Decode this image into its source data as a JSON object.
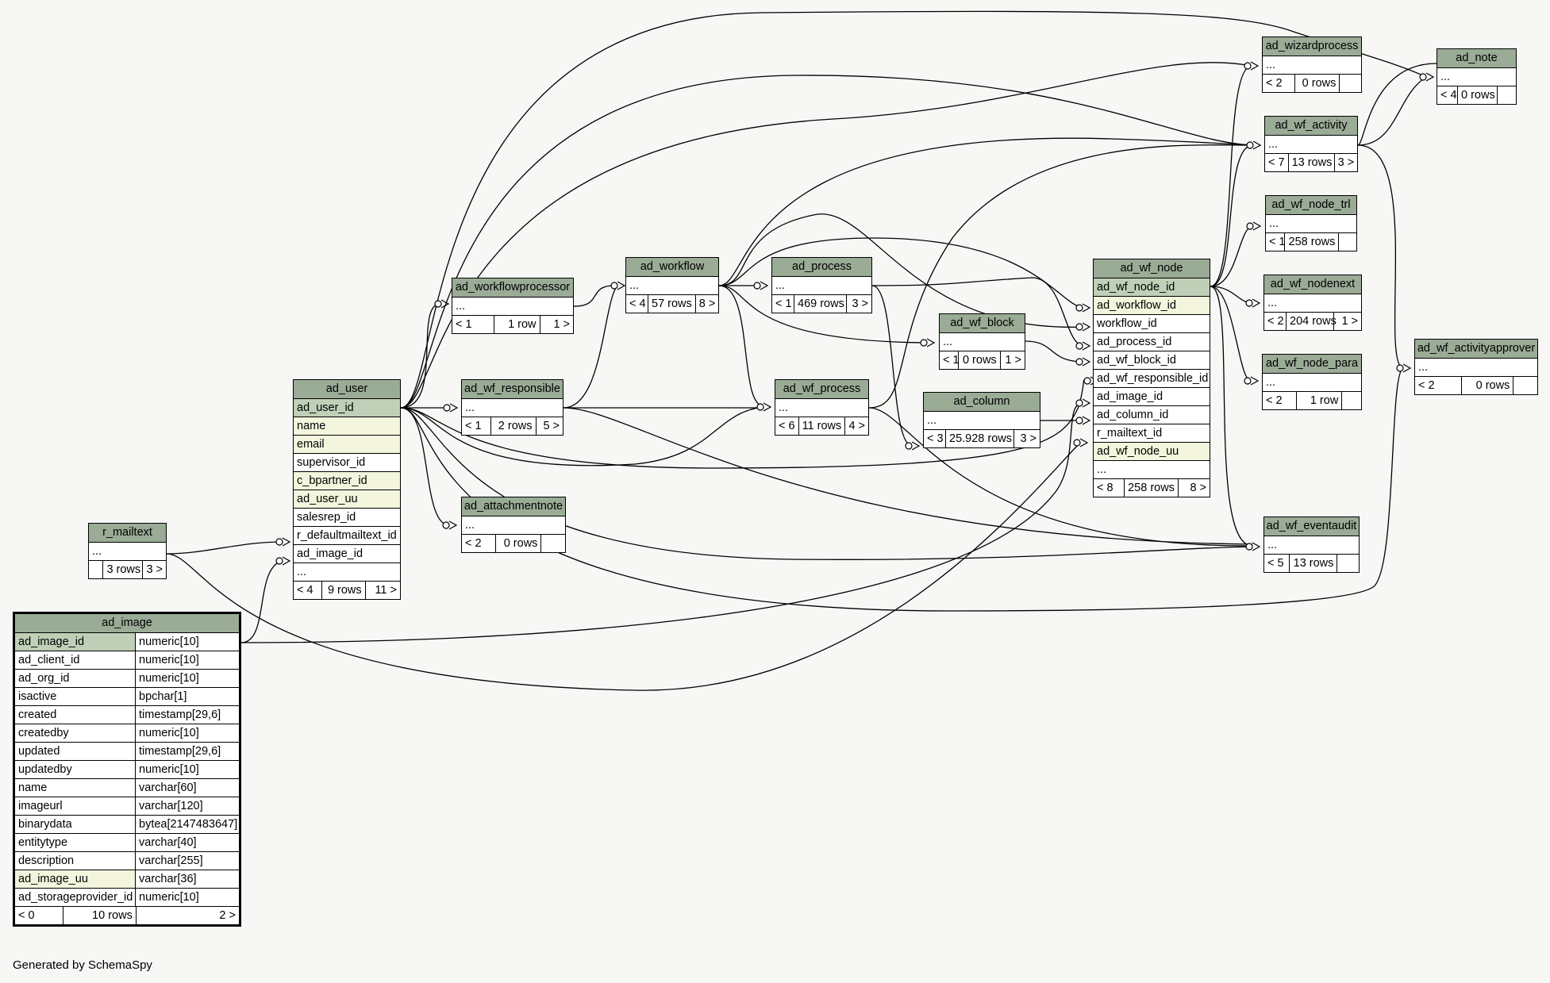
{
  "footer": "Generated by SchemaSpy",
  "tables": {
    "ad_note": {
      "name": "ad_note",
      "rows": [
        "..."
      ],
      "footer": [
        "< 4",
        "0 rows",
        ""
      ]
    },
    "ad_wizardprocess": {
      "name": "ad_wizardprocess",
      "rows": [
        "..."
      ],
      "footer": [
        "< 2",
        "0 rows",
        ""
      ]
    },
    "ad_wf_activity": {
      "name": "ad_wf_activity",
      "rows": [
        "..."
      ],
      "footer": [
        "< 7",
        "13 rows",
        "3 >"
      ]
    },
    "ad_wf_node_trl": {
      "name": "ad_wf_node_trl",
      "rows": [
        "..."
      ],
      "footer": [
        "< 1",
        "258 rows",
        ""
      ]
    },
    "ad_wf_nodenext": {
      "name": "ad_wf_nodenext",
      "rows": [
        "..."
      ],
      "footer": [
        "< 2",
        "204 rows",
        "1 >"
      ]
    },
    "ad_wf_node_para": {
      "name": "ad_wf_node_para",
      "rows": [
        "..."
      ],
      "footer": [
        "< 2",
        "1 row",
        ""
      ]
    },
    "ad_wf_eventaudit": {
      "name": "ad_wf_eventaudit",
      "rows": [
        "..."
      ],
      "footer": [
        "< 5",
        "13 rows",
        ""
      ]
    },
    "ad_wf_activityapprover": {
      "name": "ad_wf_activityapprover",
      "rows": [
        "..."
      ],
      "footer": [
        "< 2",
        "0 rows",
        ""
      ]
    },
    "ad_wf_node": {
      "name": "ad_wf_node",
      "rows": [
        "ad_wf_node_id",
        "ad_workflow_id",
        "workflow_id",
        "ad_process_id",
        "ad_wf_block_id",
        "ad_wf_responsible_id",
        "ad_image_id",
        "ad_column_id",
        "r_mailtext_id",
        "ad_wf_node_uu",
        "..."
      ],
      "footer": [
        "< 8",
        "258 rows",
        "8 >"
      ]
    },
    "ad_workflow": {
      "name": "ad_workflow",
      "rows": [
        "..."
      ],
      "footer": [
        "< 4",
        "57 rows",
        "8 >"
      ]
    },
    "ad_process": {
      "name": "ad_process",
      "rows": [
        "..."
      ],
      "footer": [
        "< 1",
        "469 rows",
        "3 >"
      ]
    },
    "ad_wf_block": {
      "name": "ad_wf_block",
      "rows": [
        "..."
      ],
      "footer": [
        "< 1",
        "0 rows",
        "1 >"
      ]
    },
    "ad_workflowprocessor": {
      "name": "ad_workflowprocessor",
      "rows": [
        "..."
      ],
      "footer": [
        "< 1",
        "1 row",
        "1 >"
      ]
    },
    "ad_wf_responsible": {
      "name": "ad_wf_responsible",
      "rows": [
        "..."
      ],
      "footer": [
        "< 1",
        "2 rows",
        "5 >"
      ]
    },
    "ad_wf_process": {
      "name": "ad_wf_process",
      "rows": [
        "..."
      ],
      "footer": [
        "< 6",
        "11 rows",
        "4 >"
      ]
    },
    "ad_column": {
      "name": "ad_column",
      "rows": [
        "..."
      ],
      "footer": [
        "< 3",
        "25.928 rows",
        "3 >"
      ]
    },
    "ad_attachmentnote": {
      "name": "ad_attachmentnote",
      "rows": [
        "..."
      ],
      "footer": [
        "< 2",
        "0 rows",
        ""
      ]
    },
    "ad_user": {
      "name": "ad_user",
      "rows": [
        "ad_user_id",
        "name",
        "email",
        "supervisor_id",
        "c_bpartner_id",
        "ad_user_uu",
        "salesrep_id",
        "r_defaultmailtext_id",
        "ad_image_id",
        "..."
      ],
      "footer": [
        "< 4",
        "9 rows",
        "11 >"
      ]
    },
    "r_mailtext": {
      "name": "r_mailtext",
      "rows": [
        "..."
      ],
      "footer": [
        "",
        "3 rows",
        "3 >"
      ]
    },
    "ad_image": {
      "name": "ad_image",
      "columns": [
        [
          "ad_image_id",
          "numeric[10]"
        ],
        [
          "ad_client_id",
          "numeric[10]"
        ],
        [
          "ad_org_id",
          "numeric[10]"
        ],
        [
          "isactive",
          "bpchar[1]"
        ],
        [
          "created",
          "timestamp[29,6]"
        ],
        [
          "createdby",
          "numeric[10]"
        ],
        [
          "updated",
          "timestamp[29,6]"
        ],
        [
          "updatedby",
          "numeric[10]"
        ],
        [
          "name",
          "varchar[60]"
        ],
        [
          "imageurl",
          "varchar[120]"
        ],
        [
          "binarydata",
          "bytea[2147483647]"
        ],
        [
          "entitytype",
          "varchar[40]"
        ],
        [
          "description",
          "varchar[255]"
        ],
        [
          "ad_image_uu",
          "varchar[36]"
        ],
        [
          "ad_storageprovider_id",
          "numeric[10]"
        ]
      ],
      "footer": [
        "< 0",
        "10 rows",
        "2 >"
      ]
    }
  }
}
